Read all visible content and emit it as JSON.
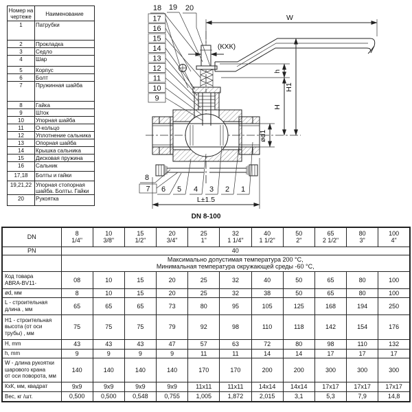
{
  "parts_table": {
    "headers": [
      "Номер на чертеже",
      "Наименование"
    ],
    "rows": [
      [
        "1",
        "Патрубки"
      ],
      [
        "2",
        "Прокладка"
      ],
      [
        "3",
        "Седло"
      ],
      [
        "4",
        "Шар"
      ],
      [
        "5",
        "Корпус"
      ],
      [
        "6",
        "Болт"
      ],
      [
        "7",
        "Пружинная шайба"
      ],
      [
        "8",
        "Гайка"
      ],
      [
        "9",
        "Шток"
      ],
      [
        "10",
        "Упорная шайба"
      ],
      [
        "11",
        "О-кольцо"
      ],
      [
        "12",
        "Уплотнение сальника"
      ],
      [
        "13",
        "Опорная шайба"
      ],
      [
        "14",
        "Крышка сальника"
      ],
      [
        "15",
        "Дисковая пружина"
      ],
      [
        "16",
        "Сальник"
      ],
      [
        "17,18",
        "Болты и гайки"
      ],
      [
        "19,21,22",
        "Упорная стопорная шайба. Болты. Гайки"
      ],
      [
        "20",
        "Рукоятка"
      ]
    ]
  },
  "drawing": {
    "caption": "DN 8-100",
    "dims": {
      "w": "W",
      "h": "h",
      "h1": "H1",
      "bigH": "H",
      "kxk": "(КХК)",
      "d1": "ød1",
      "l": "L±1.5"
    },
    "callouts_top": [
      "18",
      "19",
      "20"
    ],
    "callouts_left": [
      "17",
      "16",
      "15",
      "14",
      "13",
      "12",
      "11",
      "10",
      "9"
    ],
    "callouts_bottom_left": [
      "8",
      "7"
    ],
    "callouts_bottom": [
      "6",
      "5",
      "4",
      "3",
      "2",
      "1"
    ]
  },
  "spec_table": {
    "dn_label": "DN",
    "pn_label": "PN",
    "dn_mm": [
      "8",
      "10",
      "15",
      "20",
      "25",
      "32",
      "40",
      "50",
      "65",
      "80",
      "100"
    ],
    "dn_inch": [
      "1/4\"",
      "3/8\"",
      "1/2\"",
      "3/4\"",
      "1\"",
      "1 1/4\"",
      "1 1/2\"",
      "2\"",
      "2 1/2\"",
      "3\"",
      "4\""
    ],
    "pn_value": "40",
    "temp_note_line1": "Максимально допустимая температура 200 °C,",
    "temp_note_line2": "Минимальная температура окружающей среды -60 °C,",
    "rows": [
      {
        "label": "Код товара\nABRA-BV11-",
        "values": [
          "08",
          "10",
          "15",
          "20",
          "25",
          "32",
          "40",
          "50",
          "65",
          "80",
          "100"
        ]
      },
      {
        "label": "ød, мм",
        "values": [
          "8",
          "10",
          "15",
          "20",
          "25",
          "32",
          "38",
          "50",
          "65",
          "80",
          "100"
        ]
      },
      {
        "label": "L - строительная\nдлина , мм",
        "values": [
          "65",
          "65",
          "65",
          "73",
          "80",
          "95",
          "105",
          "125",
          "168",
          "194",
          "250"
        ]
      },
      {
        "label": "H1 - строительная\nвысота (от оси\nтрубы) , мм",
        "values": [
          "75",
          "75",
          "75",
          "79",
          "92",
          "98",
          "110",
          "118",
          "142",
          "154",
          "176"
        ]
      },
      {
        "label": "H, mm",
        "values": [
          "43",
          "43",
          "43",
          "47",
          "57",
          "63",
          "72",
          "80",
          "98",
          "110",
          "132"
        ]
      },
      {
        "label": "h, mm",
        "values": [
          "9",
          "9",
          "9",
          "9",
          "11",
          "11",
          "14",
          "14",
          "17",
          "17",
          "17"
        ]
      },
      {
        "label": "W - длина рукоятки\nшарового крана\nот оси поворота, мм",
        "values": [
          "140",
          "140",
          "140",
          "140",
          "170",
          "170",
          "200",
          "200",
          "300",
          "300",
          "300"
        ]
      },
      {
        "label": "КхК, мм, квадрат",
        "values": [
          "9x9",
          "9x9",
          "9x9",
          "9x9",
          "11x11",
          "11x11",
          "14x14",
          "14x14",
          "17x17",
          "17x17",
          "17x17"
        ]
      },
      {
        "label": "Вес, кг /шт.",
        "values": [
          "0,500",
          "0,500",
          "0,548",
          "0,755",
          "1,005",
          "1,872",
          "2,015",
          "3,1",
          "5,3",
          "7,9",
          "14,8"
        ]
      }
    ]
  }
}
